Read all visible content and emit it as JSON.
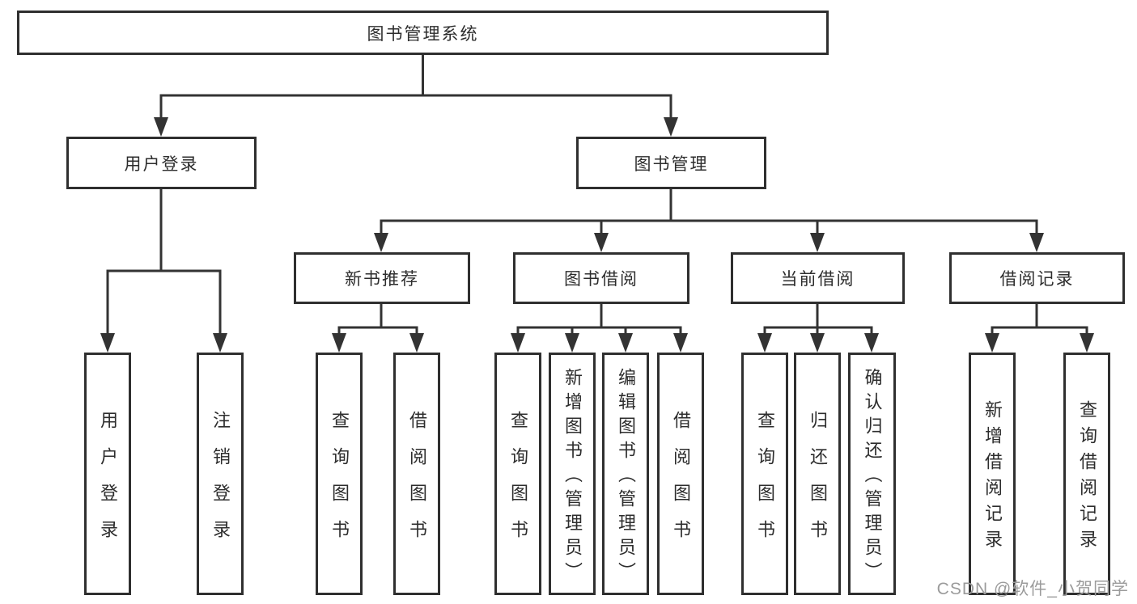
{
  "diagram": {
    "root": {
      "label": "图书管理系统"
    },
    "level2": [
      {
        "label": "用户登录"
      },
      {
        "label": "图书管理"
      }
    ],
    "level3": [
      {
        "label": "新书推荐"
      },
      {
        "label": "图书借阅"
      },
      {
        "label": "当前借阅"
      },
      {
        "label": "借阅记录"
      }
    ],
    "leaves": [
      {
        "label": "用户登录"
      },
      {
        "label": "注销登录"
      },
      {
        "label": "查询图书"
      },
      {
        "label": "借阅图书"
      },
      {
        "label": "查询图书"
      },
      {
        "label": "新增图书（管理员）"
      },
      {
        "label": "编辑图书（管理员）"
      },
      {
        "label": "借阅图书"
      },
      {
        "label": "查询图书"
      },
      {
        "label": "归还图书"
      },
      {
        "label": "确认归还（管理员）"
      },
      {
        "label": "新增借阅记录"
      },
      {
        "label": "查询借阅记录"
      }
    ],
    "watermark": "CSDN @软件_小贺同学",
    "colors": {
      "line": "#333333",
      "text": "#2d2d2d",
      "box_background": "#ffffff",
      "watermark": "#9b9b9b"
    }
  }
}
